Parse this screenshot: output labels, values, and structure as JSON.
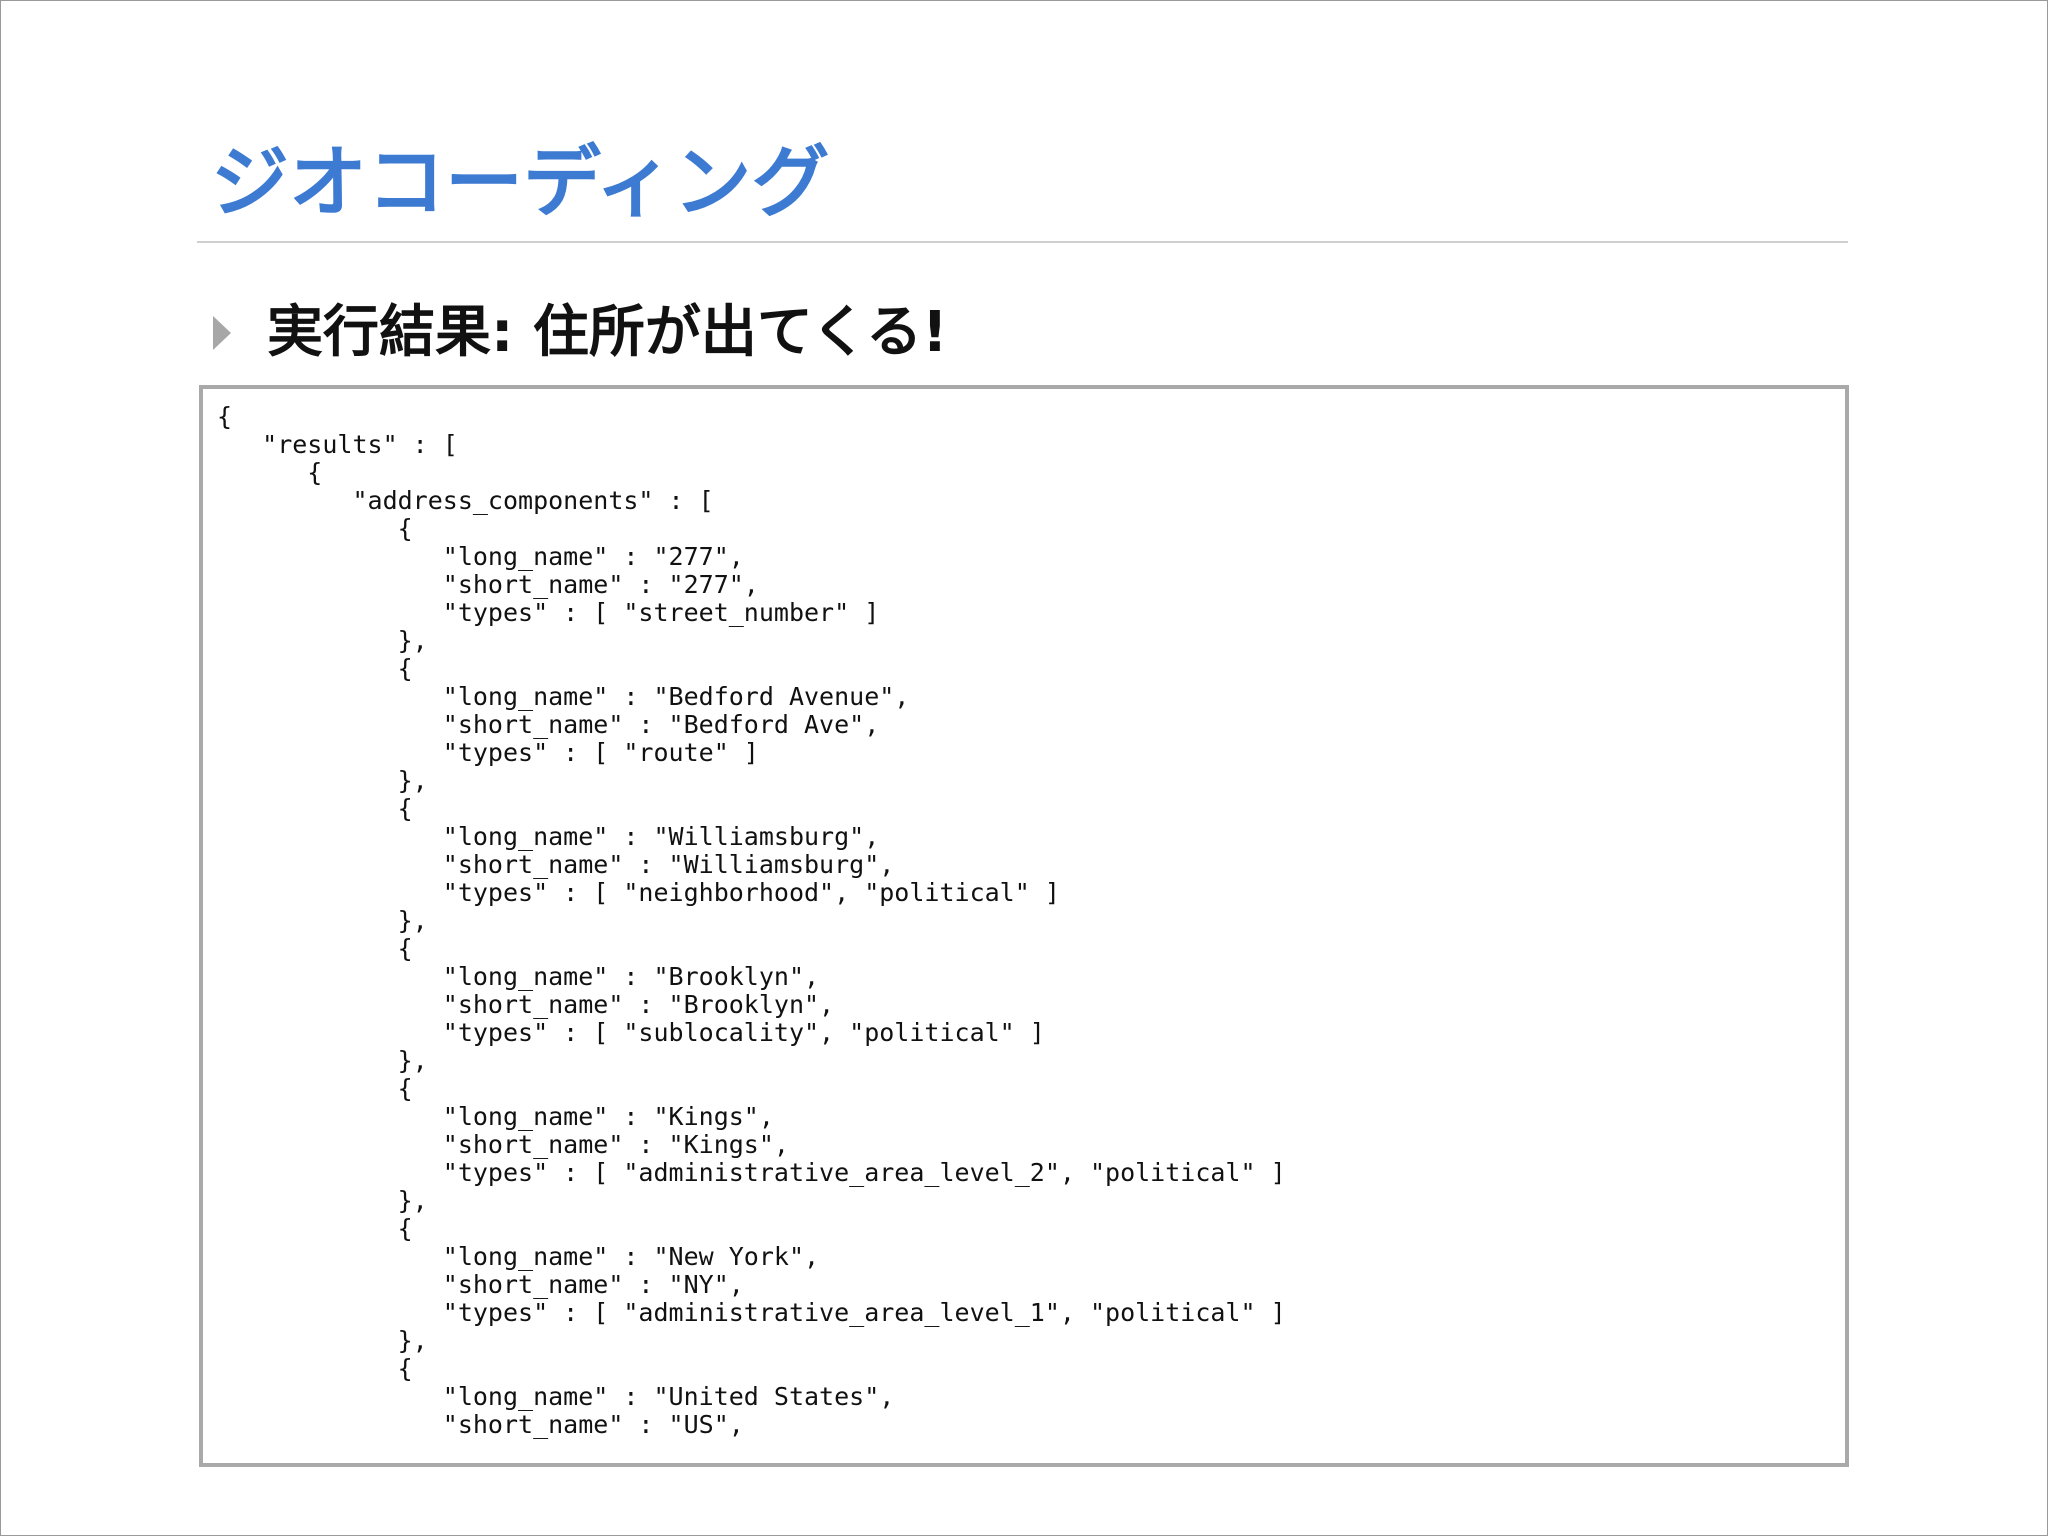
{
  "slide": {
    "title": "ジオコーディング",
    "bullet": "実行結果: 住所が出てくる!",
    "code_lines": [
      "{",
      "   \"results\" : [",
      "      {",
      "         \"address_components\" : [",
      "            {",
      "               \"long_name\" : \"277\",",
      "               \"short_name\" : \"277\",",
      "               \"types\" : [ \"street_number\" ]",
      "            },",
      "            {",
      "               \"long_name\" : \"Bedford Avenue\",",
      "               \"short_name\" : \"Bedford Ave\",",
      "               \"types\" : [ \"route\" ]",
      "            },",
      "            {",
      "               \"long_name\" : \"Williamsburg\",",
      "               \"short_name\" : \"Williamsburg\",",
      "               \"types\" : [ \"neighborhood\", \"political\" ]",
      "            },",
      "            {",
      "               \"long_name\" : \"Brooklyn\",",
      "               \"short_name\" : \"Brooklyn\",",
      "               \"types\" : [ \"sublocality\", \"political\" ]",
      "            },",
      "            {",
      "               \"long_name\" : \"Kings\",",
      "               \"short_name\" : \"Kings\",",
      "               \"types\" : [ \"administrative_area_level_2\", \"political\" ]",
      "            },",
      "            {",
      "               \"long_name\" : \"New York\",",
      "               \"short_name\" : \"NY\",",
      "               \"types\" : [ \"administrative_area_level_1\", \"political\" ]",
      "            },",
      "            {",
      "               \"long_name\" : \"United States\",",
      "               \"short_name\" : \"US\","
    ]
  },
  "colors": {
    "title": "#3d7bd2",
    "bullet_marker": "#a7a7a7",
    "code_border": "#a9a9a9",
    "rule": "#cfcfcf"
  }
}
